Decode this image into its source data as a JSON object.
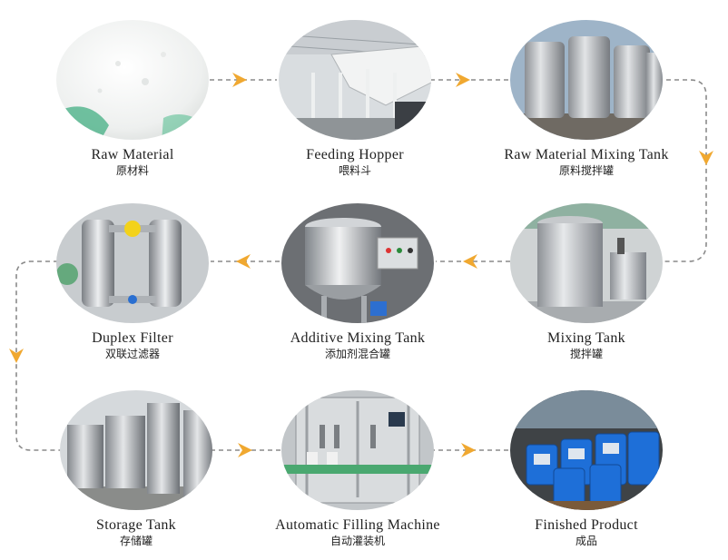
{
  "colors": {
    "arrow": "#f0a830",
    "dash": "#8a8a8a",
    "steel": "#b9bcc0",
    "blue_drum": "#1e6fd8"
  },
  "steps": [
    {
      "en": "Raw Material",
      "cn": "原材料",
      "icon": "powder-photo"
    },
    {
      "en": "Feeding Hopper",
      "cn": "喂料斗",
      "icon": "hopper-photo"
    },
    {
      "en": "Raw Material Mixing Tank",
      "cn": "原料搅拌罐",
      "icon": "steel-tanks-photo"
    },
    {
      "en": "Mixing Tank",
      "cn": "搅拌罐",
      "icon": "mixing-tank-photo"
    },
    {
      "en": "Additive Mixing Tank",
      "cn": "添加剂混合罐",
      "icon": "additive-tank-photo"
    },
    {
      "en": "Duplex Filter",
      "cn": "双联过滤器",
      "icon": "filter-photo"
    },
    {
      "en": "Storage Tank",
      "cn": "存储罐",
      "icon": "storage-tank-photo"
    },
    {
      "en": "Automatic Filling Machine",
      "cn": "自动灌装机",
      "icon": "filling-machine-photo"
    },
    {
      "en": "Finished Product",
      "cn": "成品",
      "icon": "blue-drums-photo"
    }
  ]
}
